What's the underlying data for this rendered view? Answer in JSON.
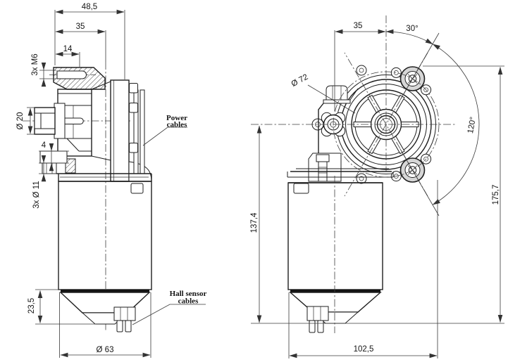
{
  "drawing_type": "engineering-drawing-gear-motor",
  "side_view": {
    "dims": {
      "overall_depth": "48,5",
      "gearbox_depth": "35",
      "boss_depth": "14",
      "mounting_thread": "3x M6",
      "shaft_diameter": "Ø 20",
      "lug_thickness": "4",
      "mounting_holes": "3x Ø 11",
      "end_cap_height": "23,5",
      "motor_diameter": "Ø 63"
    },
    "labels": {
      "power_line1": "Power",
      "power_line2": "cables",
      "hall_line1": "Hall sensor",
      "hall_line2": "cables"
    }
  },
  "front_view": {
    "dims": {
      "axis_offset": "35",
      "boss_angle": "30°",
      "bolt_circle": "Ø 72",
      "boss_span_angle": "120°",
      "body_height": "137,4",
      "overall_height": "175,7",
      "overall_width": "102,5"
    }
  },
  "colors": {
    "line": "#1f1f1f",
    "dim": "#3a3a3a",
    "background": "#ffffff"
  }
}
